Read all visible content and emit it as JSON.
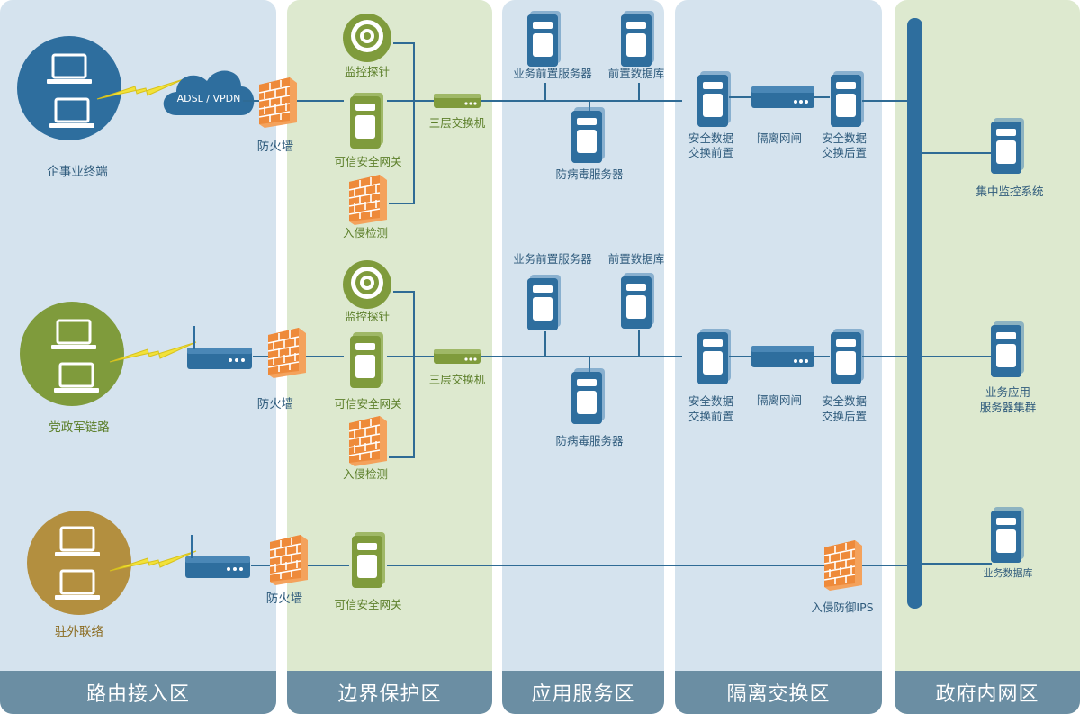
{
  "zones": [
    {
      "label": "路由接入区",
      "color": "#d5e3ee"
    },
    {
      "label": "边界保护区",
      "color": "#dde9cf"
    },
    {
      "label": "应用服务区",
      "color": "#d5e3ee"
    },
    {
      "label": "隔离交换区",
      "color": "#d5e3ee"
    },
    {
      "label": "政府内网区",
      "color": "#dde9cf"
    }
  ],
  "colors": {
    "blue": "#2e6e9e",
    "green": "#7f9b3c",
    "gold": "#b38f3f",
    "firewall": "#ee8a3a",
    "line": "#2f6b95"
  },
  "row1": {
    "terminal": "企事业终端",
    "cloud": "ADSL / VPDN",
    "firewall": "防火墙",
    "monitor": "监控探针",
    "gateway": "可信安全网关",
    "ids": "入侵检测",
    "switch": "三层交换机",
    "biz_server": "业务前置服务器",
    "front_db": "前置数据库",
    "av_server": "防病毒服务器",
    "ex_front": [
      "安全数据",
      "交换前置"
    ],
    "gap": "隔离网闸",
    "ex_back": [
      "安全数据",
      "交换后置"
    ],
    "inner": "集中监控系统"
  },
  "row2": {
    "terminal": "党政军链路",
    "firewall": "防火墙",
    "monitor": "监控探针",
    "gateway": "可信安全网关",
    "ids": "入侵检测",
    "switch": "三层交换机",
    "biz_server": "业务前置服务器",
    "front_db": "前置数据库",
    "av_server": "防病毒服务器",
    "ex_front": [
      "安全数据",
      "交换前置"
    ],
    "gap": "隔离网闸",
    "ex_back": [
      "安全数据",
      "交换后置"
    ],
    "inner": [
      "业务应用",
      "服务器集群"
    ]
  },
  "row3": {
    "terminal": "驻外联络",
    "firewall": "防火墙",
    "gateway": "可信安全网关",
    "ips": "入侵防御IPS",
    "inner": "业务数据库"
  }
}
